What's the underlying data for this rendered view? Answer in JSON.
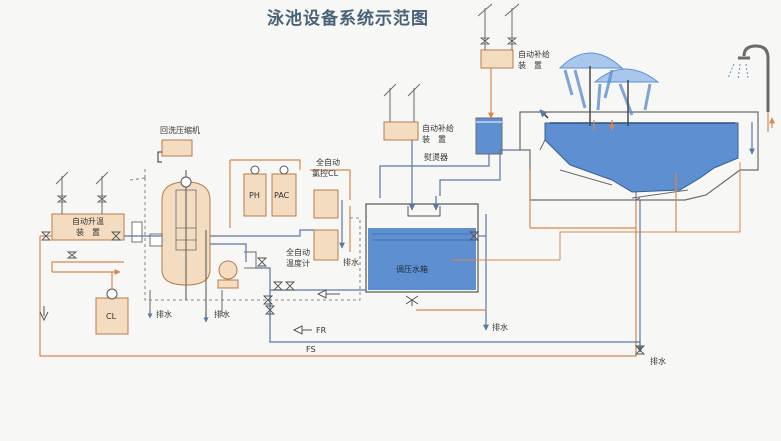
{
  "title": "泳池设备系统示范图",
  "labels": {
    "backwash_blower": "回洗压缩机",
    "auto_temp_raise_l1": "自动升温",
    "auto_temp_raise_l2": "装　置",
    "ph": "PH",
    "pac": "PAC",
    "auto_cl_l1": "全自动",
    "auto_cl_l2": "氯控CL",
    "auto_temp_l1": "全自动",
    "auto_temp_l2": "温度计",
    "drain_vertical": "排水",
    "auto_refill_mid_l1": "自动补给",
    "auto_refill_mid_l2": "装　置",
    "heater": "熨燙器",
    "auto_refill_top_l1": "自动补给",
    "auto_refill_top_l2": "装　置",
    "balance_tank": "调压水箱",
    "cl2": "CL",
    "drain1": "排水",
    "drain2": "排水",
    "drain3": "排水",
    "drain4": "排水",
    "fr": "FR",
    "fs": "FS"
  },
  "colors": {
    "water": "#5d8fd1",
    "water_light": "#a9c6ec",
    "pipe_blue": "#5878a8",
    "pipe_orange": "#d9864d",
    "equip_fill": "#f4dcc0",
    "equip_stroke": "#b87c4a",
    "line_gray": "#6b6b6b"
  }
}
